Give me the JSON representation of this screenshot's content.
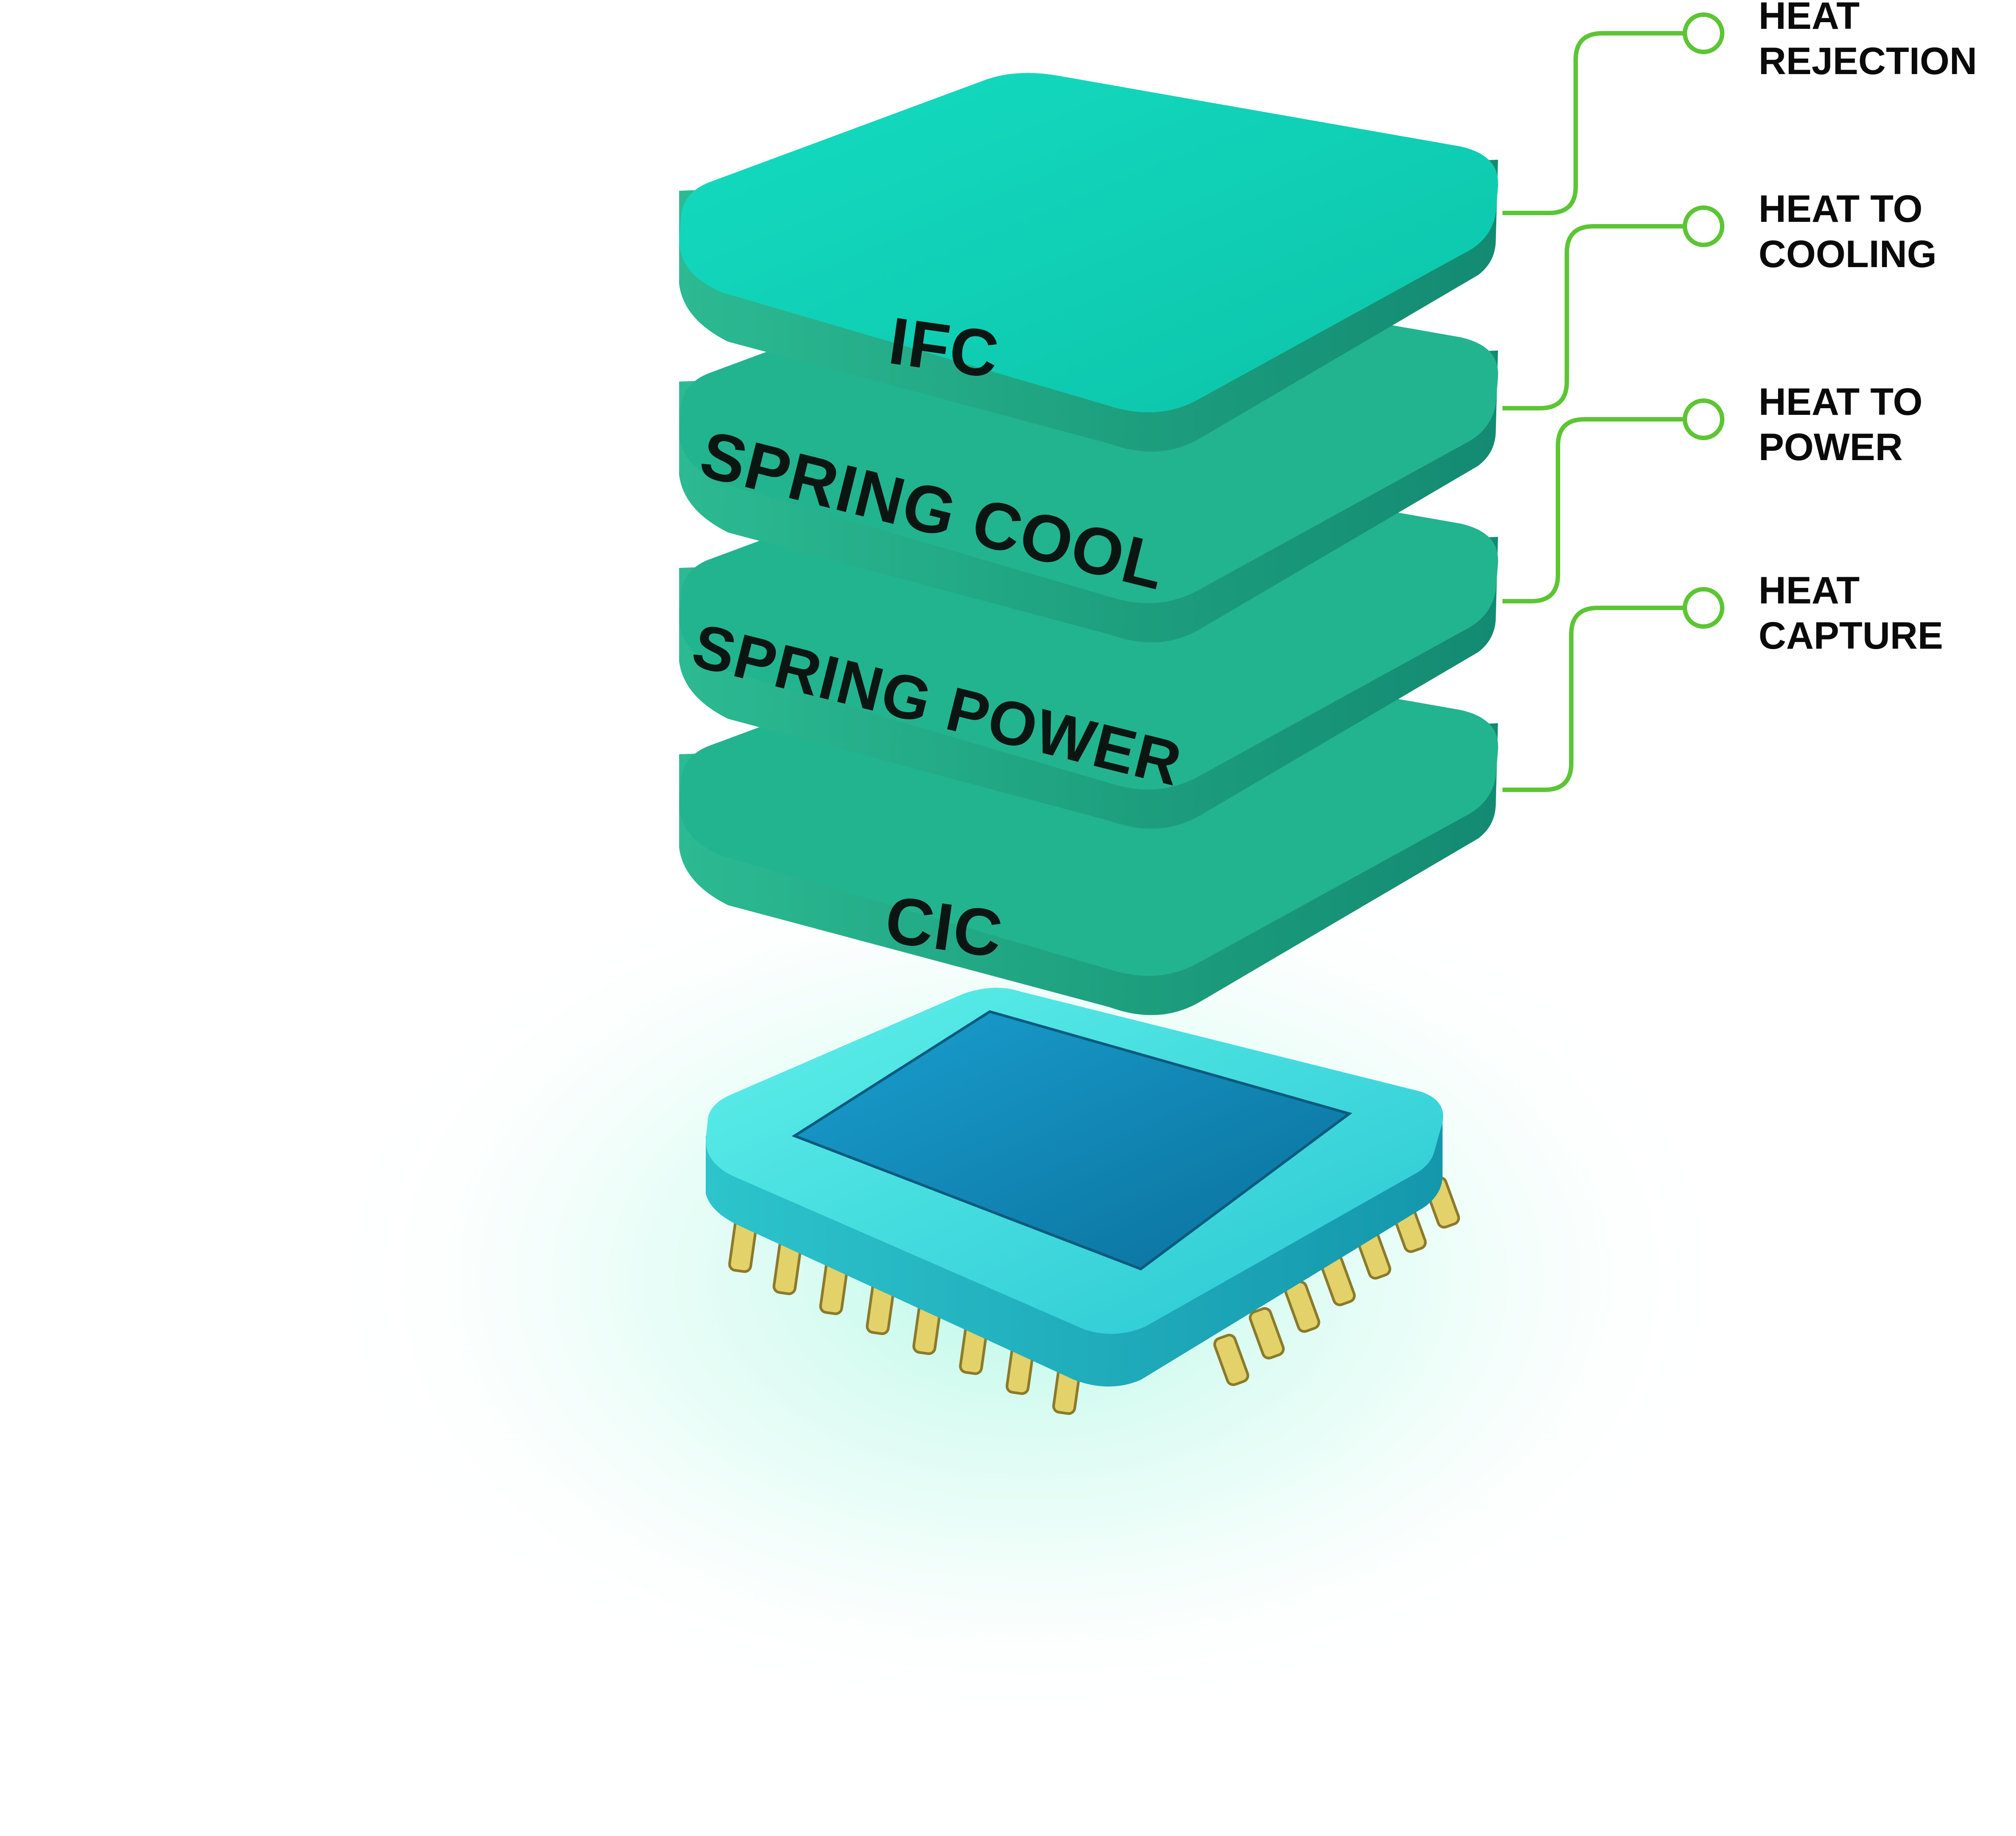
{
  "diagram": {
    "layers": [
      {
        "id": "ifc",
        "label": "IFC"
      },
      {
        "id": "spring-cool",
        "label": "SPRING COOL"
      },
      {
        "id": "spring-power",
        "label": "SPRING POWER"
      },
      {
        "id": "cic",
        "label": "CIC"
      }
    ],
    "callouts": [
      {
        "line1": "HEAT",
        "line2": "REJECTION"
      },
      {
        "line1": "HEAT TO",
        "line2": "COOLING"
      },
      {
        "line1": "HEAT TO",
        "line2": "POWER"
      },
      {
        "line1": "HEAT",
        "line2": "CAPTURE"
      }
    ],
    "colors": {
      "layer_top": "#10d6bc",
      "layer_side": "#20a884",
      "chip_body": "#3fd6dc",
      "chip_die": "#1180b0",
      "pins": "#e5d36a",
      "connector": "#5cc534",
      "glow": "#c9fbef"
    },
    "icons": [
      "chip-icon"
    ]
  }
}
